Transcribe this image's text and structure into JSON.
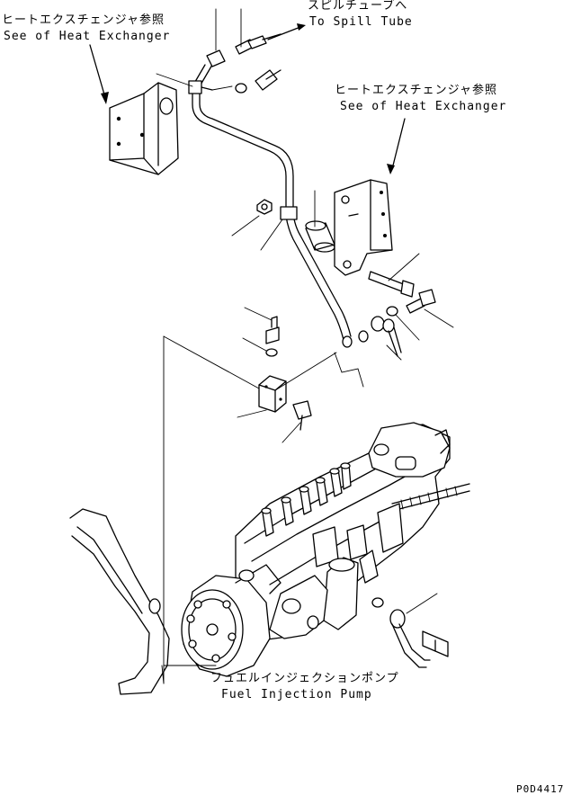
{
  "labels": {
    "heat_exchanger_jp_left": "ヒートエクスチェンジャ参照",
    "heat_exchanger_en_left": "See of Heat Exchanger",
    "spill_tube_jp": "スピルチューブへ",
    "spill_tube_en": "To Spill Tube",
    "heat_exchanger_jp_right": "ヒートエクスチェンジャ参照",
    "heat_exchanger_en_right": "See of Heat Exchanger",
    "pump_jp": "フュエルインジェクションポンプ",
    "pump_en": "Fuel Injection Pump",
    "drawing_code": "P0D4417"
  }
}
